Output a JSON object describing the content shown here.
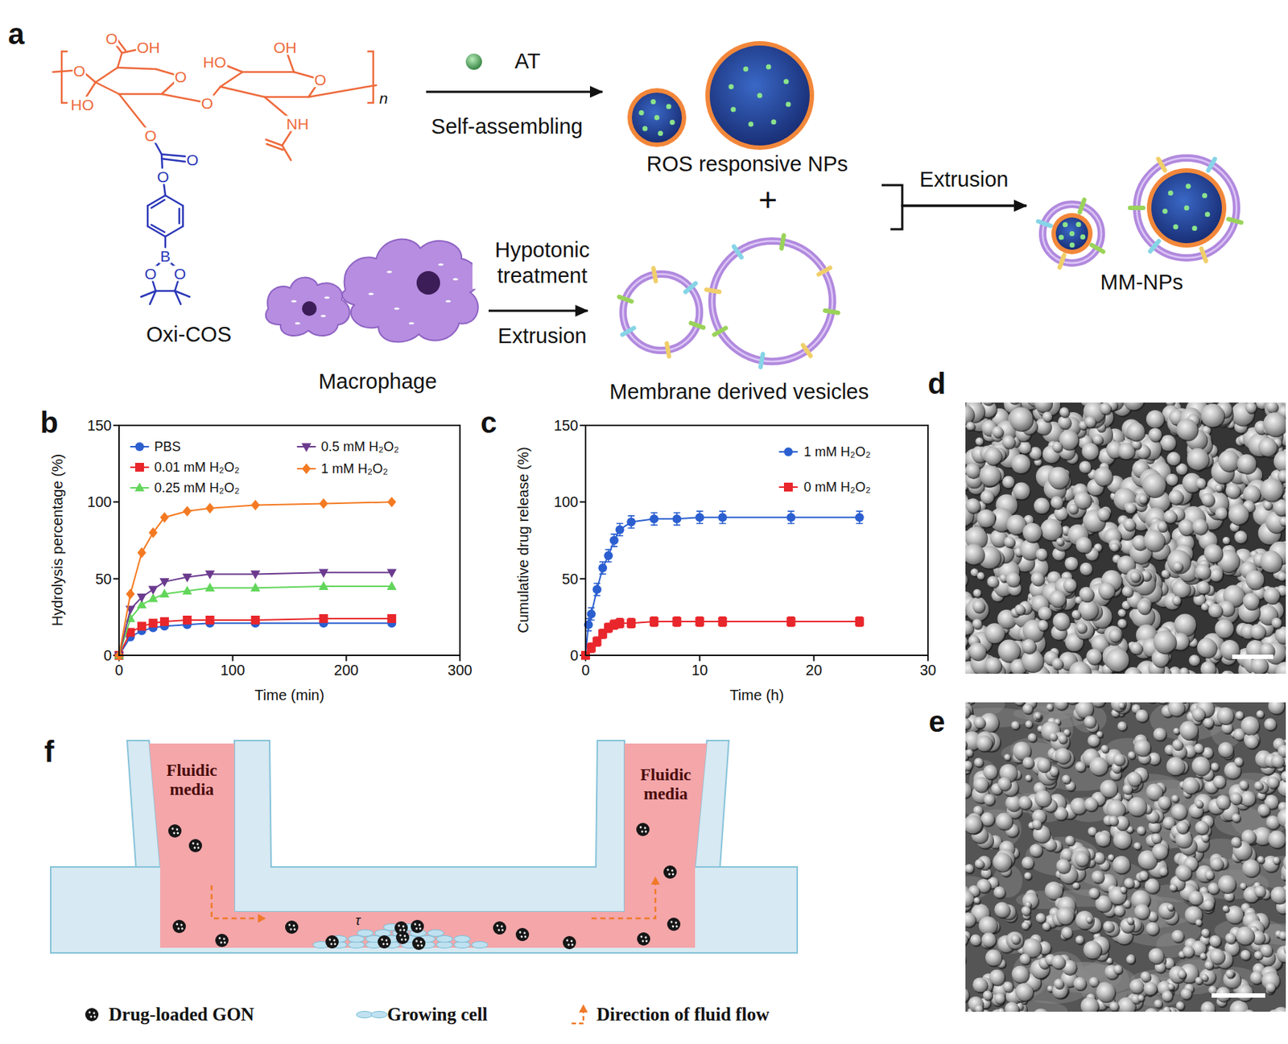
{
  "diagram": {
    "nodes": [
      {
        "text": [
          "Oxi-COS"
        ]
      },
      {
        "text": [
          "ROS responsive NPs"
        ]
      },
      {
        "text": [
          "Macrophage"
        ]
      },
      {
        "text": [
          "Membrane derived vesicles"
        ]
      },
      {
        "text": [
          "MM-NPs"
        ]
      },
      {
        "text": [
          "Fluidic media",
          "Fluidic media"
        ]
      }
    ],
    "edges": [
      {
        "from": 0,
        "to": 1,
        "arrow": "to",
        "label": "Self-assembling"
      },
      {
        "from": 2,
        "to": 3,
        "arrow": "to",
        "label": "Hypotonic treatment"
      },
      {
        "from": 1,
        "to": 4,
        "arrow": "to",
        "label": "Extrusion"
      },
      {
        "from": 3,
        "to": 4,
        "arrow": "to"
      }
    ],
    "labels": [
      "a",
      "AT",
      "+",
      "Extrusion",
      "O",
      "O",
      "OH",
      "HO",
      "O",
      "O",
      "HO",
      "OH",
      "O",
      "NH",
      "n",
      "O",
      "O",
      "O",
      "B",
      "O",
      "O",
      "b",
      "Hydrolysis percentage (%)",
      "0",
      "50",
      "100",
      "150",
      "0",
      "100",
      "200",
      "300",
      "Time (min)",
      "c",
      "Cumulative drug release (%)",
      "0",
      "50",
      "100",
      "150",
      "0",
      "10",
      "20",
      "30",
      "Time (h)",
      "d",
      "e",
      "f",
      "τ"
    ],
    "legend": [
      {
        "text": "PBS"
      },
      {
        "text": "0.01 mM H₂O₂"
      },
      {
        "text": "0.25 mM H₂O₂"
      },
      {
        "text": "0.5 mM H₂O₂"
      },
      {
        "text": "1 mM H₂O₂"
      },
      {
        "text": "1 mM H₂O₂"
      },
      {
        "text": "0 mM H₂O₂"
      },
      {
        "text": "Drug-loaded GON"
      },
      {
        "text": "Growing cell"
      },
      {
        "text": "Direction of fluid flow"
      }
    ]
  }
}
